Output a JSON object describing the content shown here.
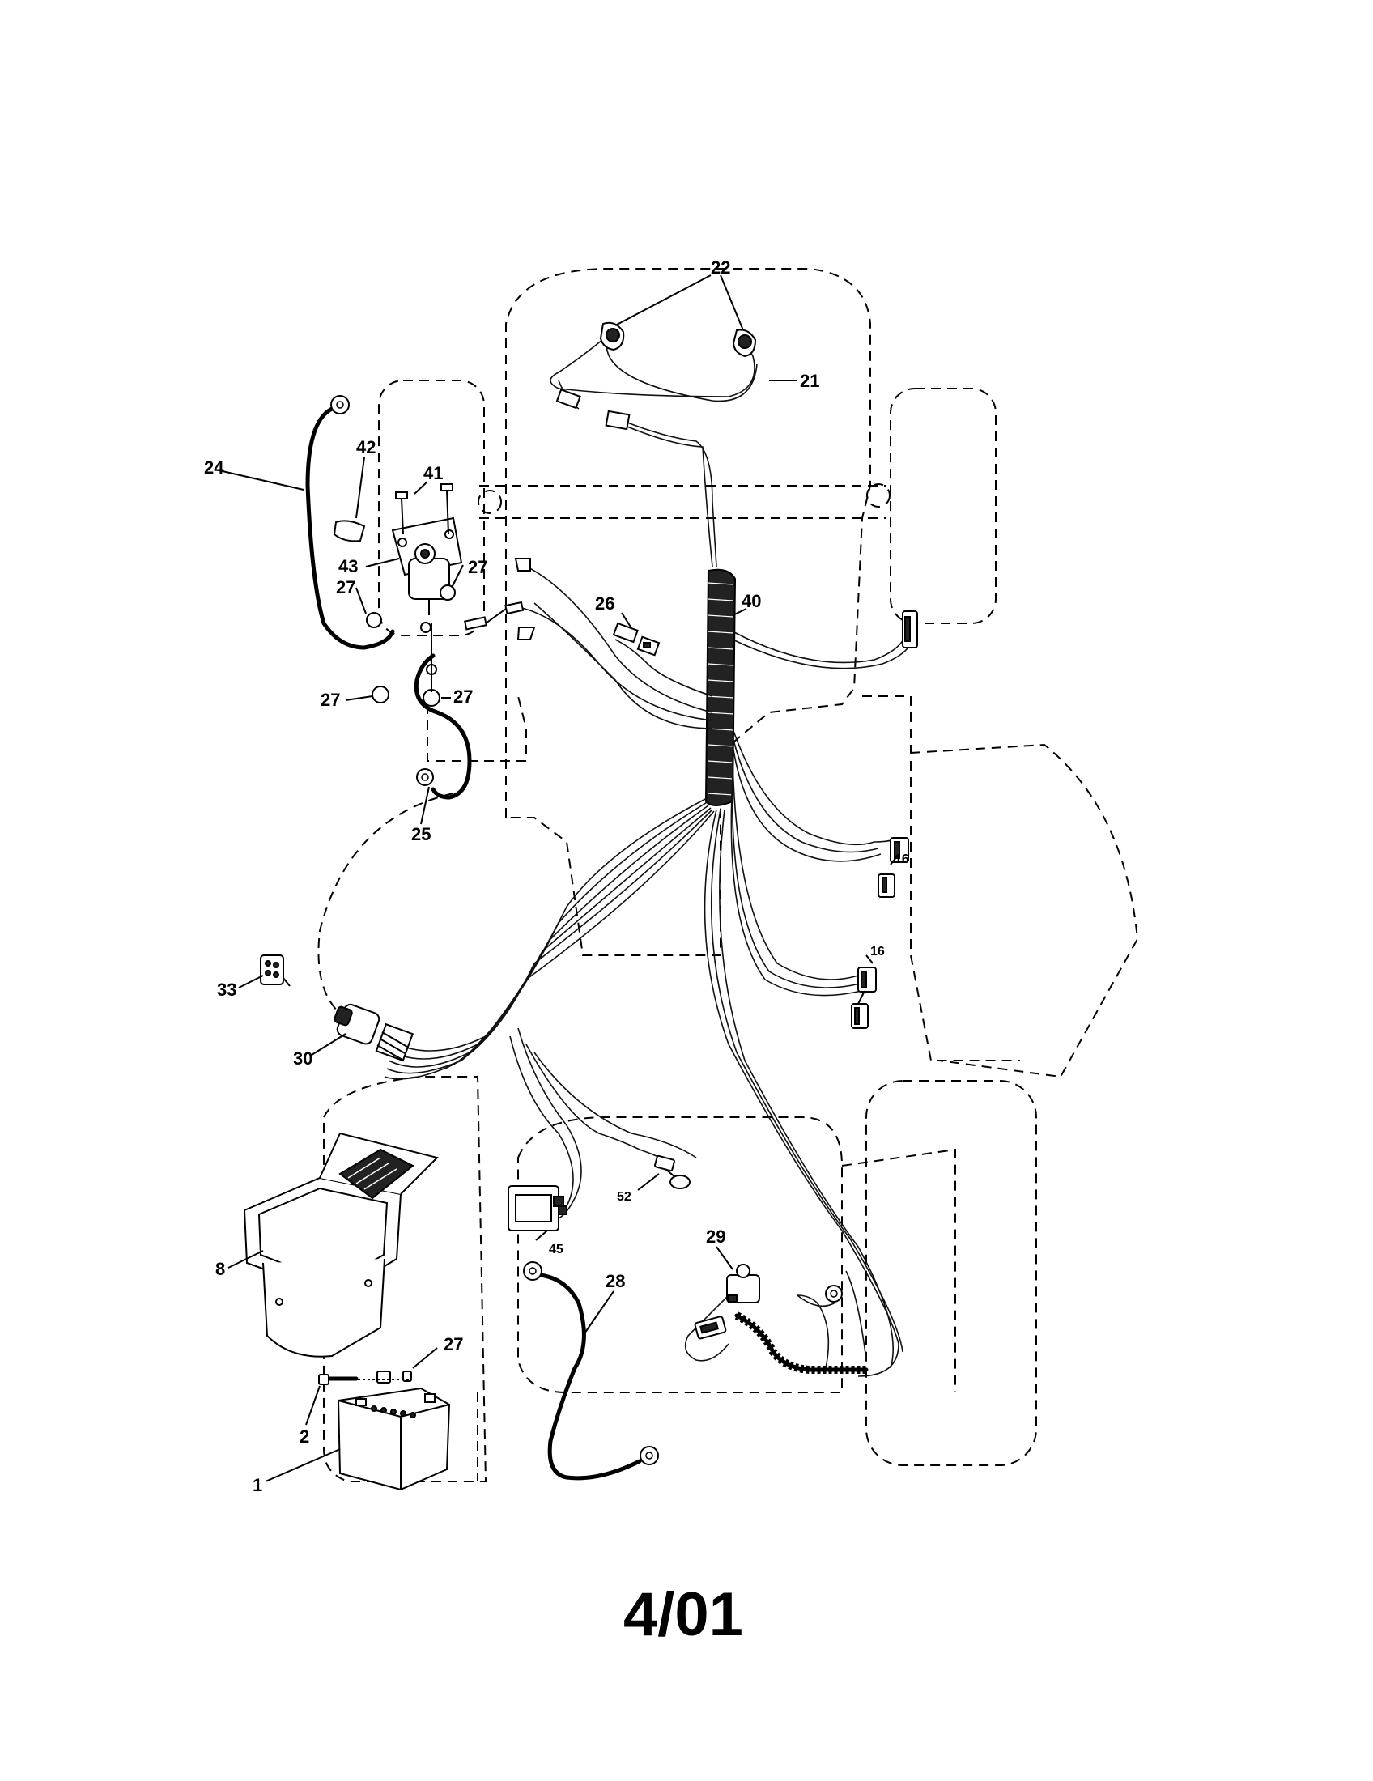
{
  "diagram": {
    "callouts": {
      "c22": "22",
      "c21": "21",
      "c24": "24",
      "c42": "42",
      "c41": "41",
      "c43": "43",
      "c27a": "27",
      "c27b": "27",
      "c27c": "27",
      "c27d": "27",
      "c27e": "27",
      "c26": "26",
      "c40": "40",
      "c25": "25",
      "c16a": "16",
      "c16b": "16",
      "c33": "33",
      "c30": "30",
      "c52": "52",
      "c45": "45",
      "c29": "29",
      "c28": "28",
      "c8": "8",
      "c2": "2",
      "c1": "1"
    }
  },
  "footer": {
    "code": "4/01"
  }
}
